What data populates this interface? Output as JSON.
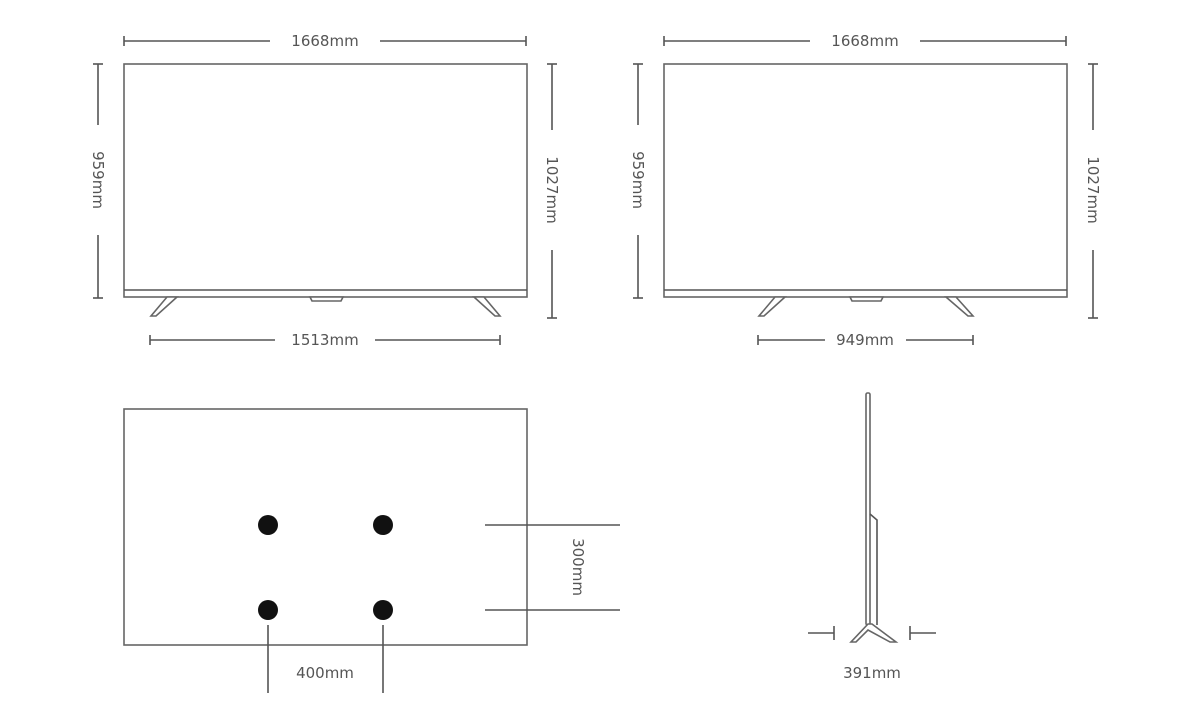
{
  "front_view": {
    "width": "1668mm",
    "panel_height": "959mm",
    "total_height": "1027mm",
    "stand_span": "1513mm"
  },
  "front_view_alt": {
    "width": "1668mm",
    "panel_height": "959mm",
    "total_height": "1027mm",
    "stand_span": "949mm"
  },
  "rear_view": {
    "vesa_horizontal": "400mm",
    "vesa_vertical": "300mm"
  },
  "side_view": {
    "stand_depth": "391mm"
  },
  "colors": {
    "line": "#555555",
    "mount_dot": "#111111"
  }
}
